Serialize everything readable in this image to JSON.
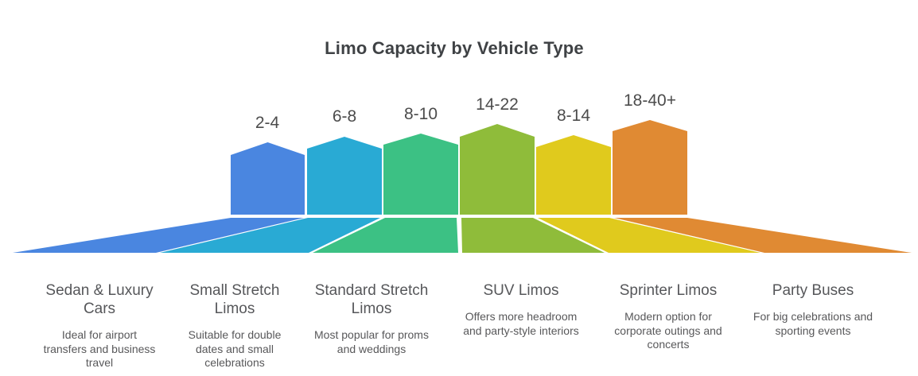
{
  "title": "Limo Capacity by Vehicle Type",
  "chart_data": {
    "type": "pictorial-funnel",
    "title": "Limo Capacity by Vehicle Type",
    "legend": false,
    "grid": false,
    "categories": [
      "Sedan & Luxury Cars",
      "Small Stretch Limos",
      "Standard Stretch Limos",
      "SUV Limos",
      "Sprinter Limos",
      "Party Buses"
    ],
    "capacity_labels": [
      "2-4",
      "6-8",
      "8-10",
      "14-22",
      "8-14",
      "18-40+"
    ],
    "series": [
      {
        "vehicle": "Sedan & Luxury Cars",
        "heading": "Sedan & Luxury\nCars",
        "capacity_label": "2-4",
        "capacity_min": 2,
        "capacity_max": 4,
        "description": "Ideal for airport\ntransfers and business\ntravel",
        "color": "#4a86e0"
      },
      {
        "vehicle": "Small Stretch Limos",
        "heading": "Small Stretch\nLimos",
        "capacity_label": "6-8",
        "capacity_min": 6,
        "capacity_max": 8,
        "description": "Suitable for double\ndates and small\ncelebrations",
        "color": "#29aad4"
      },
      {
        "vehicle": "Standard Stretch Limos",
        "heading": "Standard Stretch\nLimos",
        "capacity_label": "8-10",
        "capacity_min": 8,
        "capacity_max": 10,
        "description": "Most popular for proms\nand weddings",
        "color": "#3cc184"
      },
      {
        "vehicle": "SUV Limos",
        "heading": "SUV Limos",
        "capacity_label": "14-22",
        "capacity_min": 14,
        "capacity_max": 22,
        "description": "Offers more headroom\nand party-style interiors",
        "color": "#8fbc3a"
      },
      {
        "vehicle": "Sprinter Limos",
        "heading": "Sprinter Limos",
        "capacity_label": "8-14",
        "capacity_min": 8,
        "capacity_max": 14,
        "description": "Modern option for\ncorporate outings and\nconcerts",
        "color": "#e0ca1d"
      },
      {
        "vehicle": "Party Buses",
        "heading": "Party Buses",
        "capacity_label": "18-40+",
        "capacity_min": 18,
        "capacity_max": 40,
        "capacity_max_plus": true,
        "description": "For big celebrations and\nsporting events",
        "color": "#e08a33"
      }
    ]
  }
}
